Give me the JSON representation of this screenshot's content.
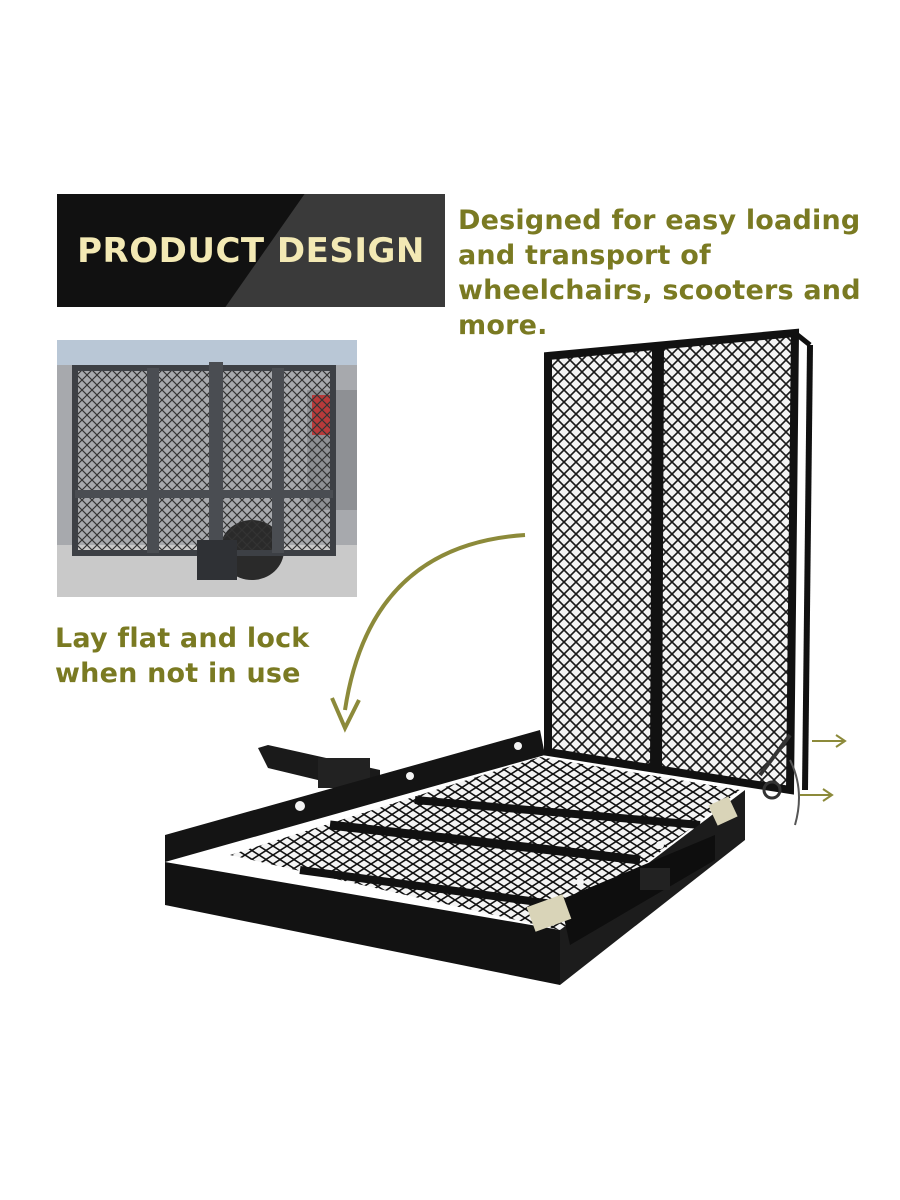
{
  "banner": {
    "title": "PRODUCT DESIGN"
  },
  "captions": {
    "design": "Designed for easy loading and transport of wheelchairs, scooters and more.",
    "flat": "Lay flat and lock when not in use"
  },
  "colors": {
    "banner_bg": "#111111",
    "banner_text": "#f3e9b4",
    "caption_text": "#7a7a22",
    "arrow": "#8c8a3a"
  }
}
